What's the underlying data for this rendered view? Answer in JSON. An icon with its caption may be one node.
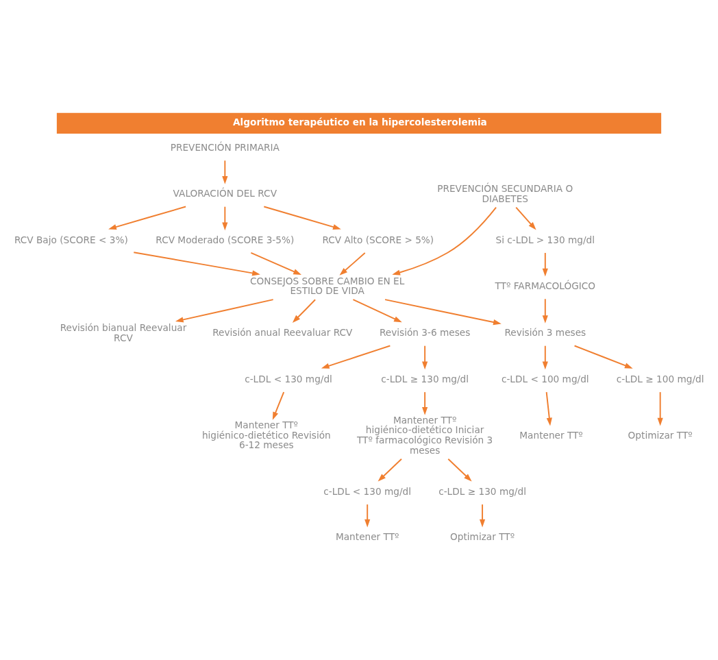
{
  "diagram": {
    "title": "Algoritmo terapéutico en la hipercolesterolemia",
    "nodes": [
      {
        "text": [
          "PREVENCIÓN PRIMARIA"
        ]
      },
      {
        "text": [
          "VALORACIÓN DEL RCV"
        ]
      },
      {
        "text": [
          "PREVENCIÓN SECUNDARIA O DIABETES"
        ]
      },
      {
        "text": [
          "RCV Bajo (SCORE < 3%)"
        ]
      },
      {
        "text": [
          "RCV Moderado (SCORE 3-5%)"
        ]
      },
      {
        "text": [
          "RCV Alto (SCORE > 5%)"
        ]
      },
      {
        "text": [
          "Si c-LDL > 130 mg/dl"
        ]
      },
      {
        "text": [
          "CONSEJOS SOBRE CAMBIO EN EL ESTILO DE VIDA"
        ]
      },
      {
        "text": [
          "TTº FARMACOLÓGICO"
        ]
      },
      {
        "text": [
          "Revisión bianual Reevaluar RCV"
        ]
      },
      {
        "text": [
          "Revisión anual Reevaluar RCV"
        ]
      },
      {
        "text": [
          "Revisión 3-6 meses"
        ]
      },
      {
        "text": [
          "Revisión 3 meses"
        ]
      },
      {
        "text": [
          "c-LDL < 130 mg/dl"
        ]
      },
      {
        "text": [
          "c-LDL ≥ 130 mg/dl"
        ]
      },
      {
        "text": [
          "c-LDL < 100 mg/dl"
        ]
      },
      {
        "text": [
          "c-LDL ≥ 100 mg/dl"
        ]
      },
      {
        "text": [
          "Mantener TTº higiénico-dietético Revisión 6-12 meses"
        ]
      },
      {
        "text": [
          "Mantener TTº higiénico-dietético Iniciar TTº farmacológico Revisión 3 meses"
        ]
      },
      {
        "text": [
          "Mantener TTº"
        ]
      },
      {
        "text": [
          "Optimizar TTº"
        ]
      },
      {
        "text": [
          "c-LDL < 130 mg/dl"
        ]
      },
      {
        "text": [
          "c-LDL ≥ 130 mg/dl"
        ]
      },
      {
        "text": [
          "Mantener TTº"
        ]
      },
      {
        "text": [
          "Optimizar TTº"
        ]
      }
    ],
    "edges": [
      {
        "from": 0,
        "to": 1,
        "arrow": "to"
      },
      {
        "from": 1,
        "to": 3,
        "arrow": "to"
      },
      {
        "from": 1,
        "to": 4,
        "arrow": "to"
      },
      {
        "from": 1,
        "to": 5,
        "arrow": "to"
      },
      {
        "from": 2,
        "to": 7,
        "arrow": "to"
      },
      {
        "from": 2,
        "to": 6,
        "arrow": "to"
      },
      {
        "from": 6,
        "to": 8,
        "arrow": "to"
      },
      {
        "from": 3,
        "to": 7,
        "arrow": "to"
      },
      {
        "from": 4,
        "to": 7,
        "arrow": "to"
      },
      {
        "from": 5,
        "to": 7,
        "arrow": "to"
      },
      {
        "from": 7,
        "to": 9,
        "arrow": "to"
      },
      {
        "from": 7,
        "to": 10,
        "arrow": "to"
      },
      {
        "from": 7,
        "to": 11,
        "arrow": "to"
      },
      {
        "from": 7,
        "to": 12,
        "arrow": "to"
      },
      {
        "from": 8,
        "to": 12,
        "arrow": "to"
      },
      {
        "from": 11,
        "to": 13,
        "arrow": "to"
      },
      {
        "from": 11,
        "to": 14,
        "arrow": "to"
      },
      {
        "from": 12,
        "to": 15,
        "arrow": "to"
      },
      {
        "from": 12,
        "to": 16,
        "arrow": "to"
      },
      {
        "from": 13,
        "to": 17,
        "arrow": "to"
      },
      {
        "from": 14,
        "to": 18,
        "arrow": "to"
      },
      {
        "from": 15,
        "to": 19,
        "arrow": "to"
      },
      {
        "from": 16,
        "to": 20,
        "arrow": "to"
      },
      {
        "from": 18,
        "to": 21,
        "arrow": "to"
      },
      {
        "from": 18,
        "to": 22,
        "arrow": "to"
      },
      {
        "from": 21,
        "to": 23,
        "arrow": "to"
      },
      {
        "from": 22,
        "to": 24,
        "arrow": "to"
      }
    ]
  }
}
